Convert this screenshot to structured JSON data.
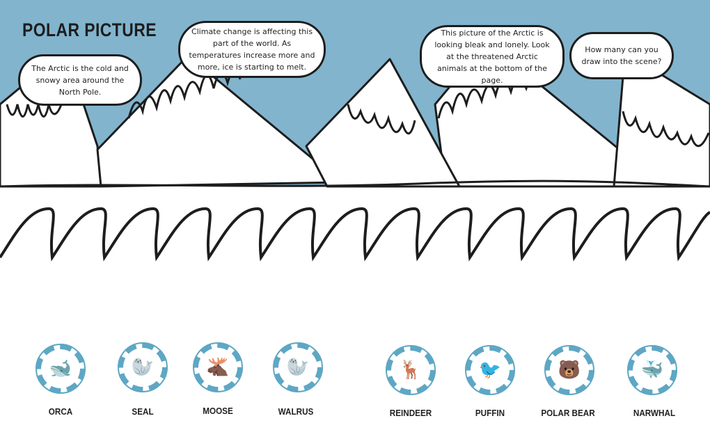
{
  "title": "POLAR PICTURE",
  "colors": {
    "sky": "#82b4ce",
    "badge_ring": "#5ea7c4",
    "ink": "#1d1d1d"
  },
  "clouds": [
    {
      "text": "The Arctic is the cold and snowy area around the North Pole."
    },
    {
      "text": "Climate change is affecting this part of the world. As temperatures increase more and more, ice is starting to melt."
    },
    {
      "text": "This picture of the Arctic is looking bleak and lonely. Look at the threatened Arctic animals at the bottom of the page."
    },
    {
      "text": "How many can you draw into the scene?"
    }
  ],
  "animals": [
    {
      "name": "ORCA",
      "icon": "orca-icon",
      "glyph": "🐋"
    },
    {
      "name": "SEAL",
      "icon": "seal-icon",
      "glyph": "🦭"
    },
    {
      "name": "MOOSE",
      "icon": "moose-icon",
      "glyph": "🫎"
    },
    {
      "name": "WALRUS",
      "icon": "walrus-icon",
      "glyph": "🦭"
    },
    {
      "name": "REINDEER",
      "icon": "reindeer-icon",
      "glyph": "🦌"
    },
    {
      "name": "PUFFIN",
      "icon": "puffin-icon",
      "glyph": "🐦"
    },
    {
      "name": "POLAR BEAR",
      "icon": "polar-bear-icon",
      "glyph": "🐻"
    },
    {
      "name": "NARWHAL",
      "icon": "narwhal-icon",
      "glyph": "🐳"
    }
  ]
}
